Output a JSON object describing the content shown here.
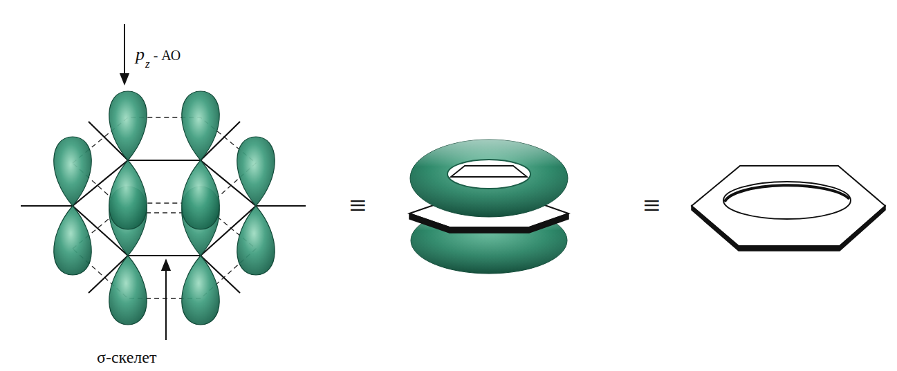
{
  "diagram": {
    "labels": [
      "p",
      "z",
      "- АО",
      "σ-скелет",
      "≡",
      "≡"
    ]
  }
}
